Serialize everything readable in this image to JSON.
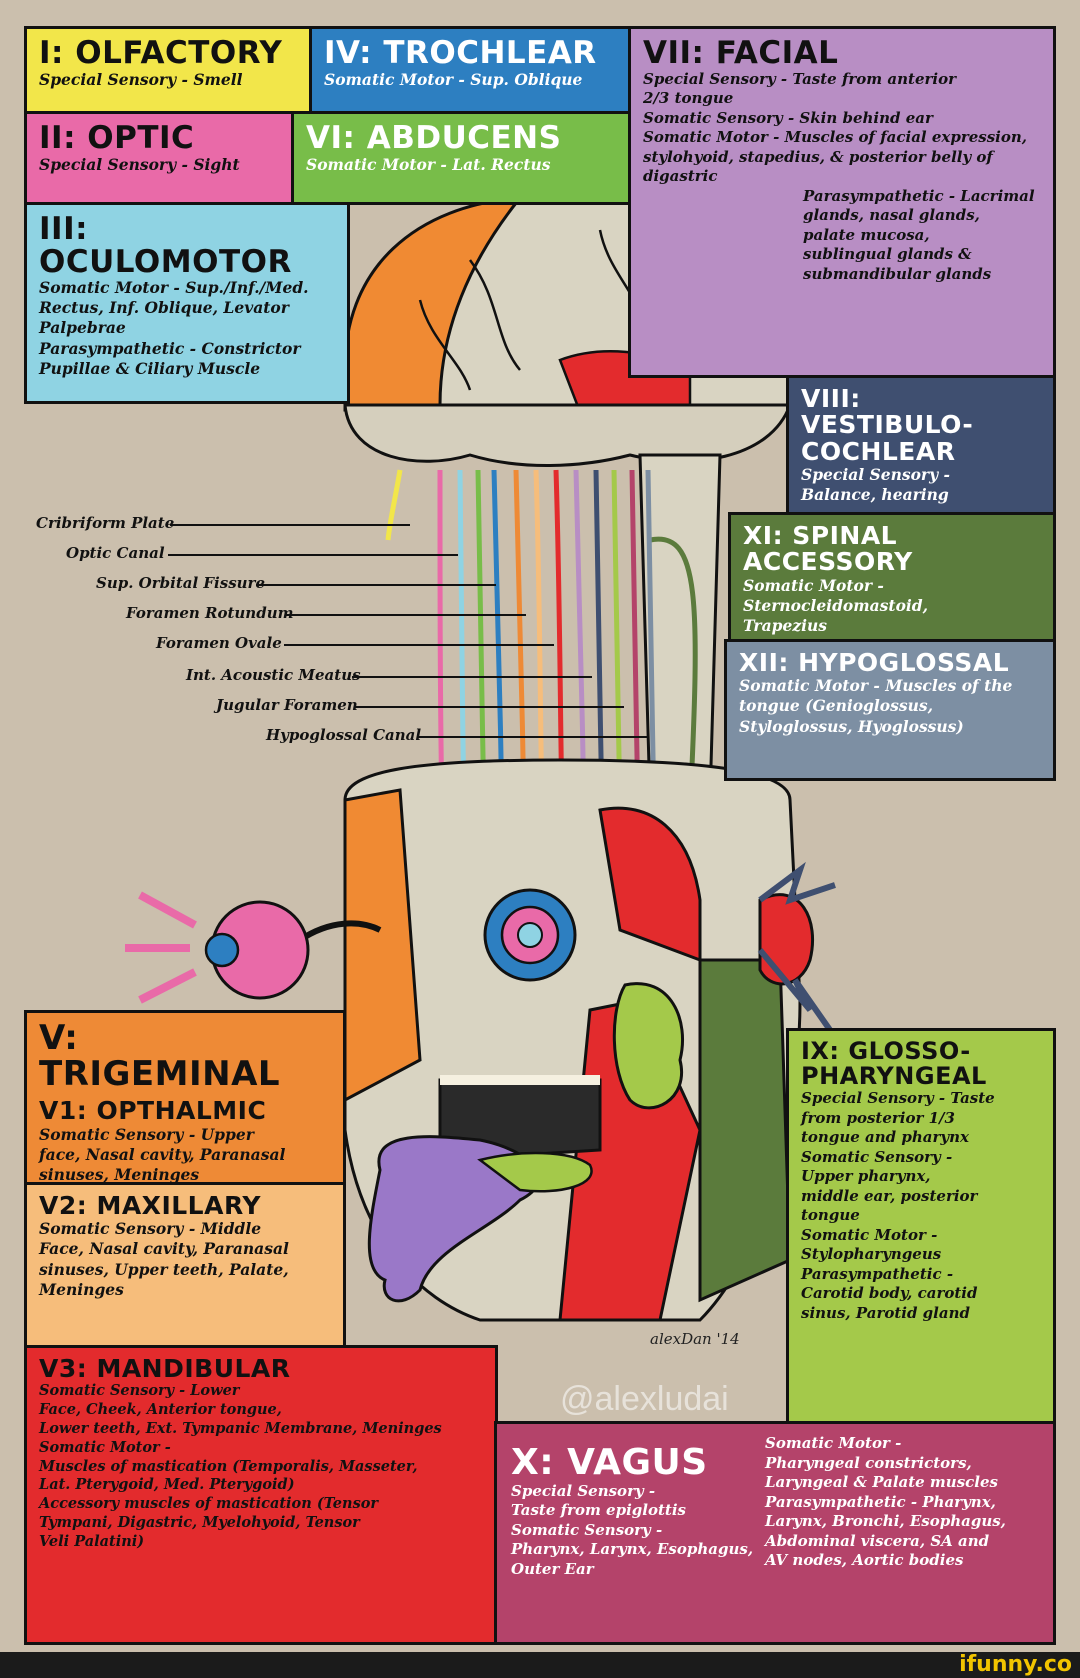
{
  "colors": {
    "background": "#cbbfad",
    "olfactory": "#f2e64a",
    "trochlear": "#2d7fc1",
    "facial": "#b88ec4",
    "optic": "#e96aa8",
    "abducens": "#78bd49",
    "oculomotor": "#8fd3e3",
    "vestibulocochlear": "#3f4f70",
    "spinal_accessory": "#5b7b3c",
    "hypoglossal": "#7d8fa3",
    "trigeminal": "#ee8a36",
    "maxillary": "#f6bd7b",
    "mandibular": "#e32b2d",
    "glossopharyngeal": "#a4c94a",
    "vagus": "#b4436a",
    "brand": "#f2c400"
  },
  "nerves": {
    "olfactory": {
      "title": "I: OLFACTORY",
      "lines": [
        "Special Sensory - Smell"
      ]
    },
    "trochlear": {
      "title": "IV: TROCHLEAR",
      "lines": [
        "Somatic Motor - Sup. Oblique"
      ]
    },
    "facial": {
      "title": "VII: FACIAL",
      "lines": [
        "Special Sensory - Taste from anterior\n    2/3 tongue",
        "Somatic Sensory - Skin behind ear",
        "Somatic Motor - Muscles of facial expression,\n    stylohyoid, stapedius, & posterior belly of\n    digastric",
        "Parasympathetic - Lacrimal\n    glands, nasal glands,\n    palate mucosa,\n    sublingual glands &\n    submandibular glands"
      ]
    },
    "optic": {
      "title": "II: OPTIC",
      "lines": [
        "Special Sensory - Sight"
      ]
    },
    "abducens": {
      "title": "VI: ABDUCENS",
      "lines": [
        "Somatic Motor - Lat. Rectus"
      ]
    },
    "oculomotor": {
      "title": "III: OCULOMOTOR",
      "lines": [
        "Somatic Motor - Sup./Inf./Med.\n    Rectus, Inf. Oblique, Levator\n    Palpebrae",
        "Parasympathetic - Constrictor\n    Pupillae & Ciliary Muscle"
      ]
    },
    "vestibulocochlear": {
      "title": "VIII: VESTIBULO-\nCOCHLEAR",
      "lines": [
        "Special Sensory -\n    Balance, hearing"
      ]
    },
    "spinal_accessory": {
      "title": "XI: SPINAL ACCESSORY",
      "lines": [
        "Somatic Motor -\n    Sternocleidomastoid,\n    Trapezius"
      ]
    },
    "hypoglossal": {
      "title": "XII: HYPOGLOSSAL",
      "lines": [
        "Somatic Motor - Muscles of the\n    tongue (Genioglossus,\n    Styloglossus, Hyoglossus)"
      ]
    },
    "trigeminal": {
      "title": "V: TRIGEMINAL"
    },
    "v1": {
      "title": "V1: OPTHALMIC",
      "lines": [
        "Somatic Sensory - Upper\n    face, Nasal cavity, Paranasal\n    sinuses, Meninges"
      ]
    },
    "v2": {
      "title": "V2: MAXILLARY",
      "lines": [
        "Somatic Sensory - Middle\n    Face, Nasal cavity, Paranasal\n    sinuses, Upper teeth, Palate,\n    Meninges"
      ]
    },
    "v3": {
      "title": "V3: MANDIBULAR",
      "lines": [
        "Somatic Sensory - Lower\n    Face, Cheek, Anterior tongue,\n    Lower teeth, Ext. Tympanic Membrane, Meninges",
        "Somatic Motor -\n    Muscles of mastication (Temporalis, Masseter,\n        Lat. Pterygoid, Med. Pterygoid)\n    Accessory muscles of mastication (Tensor\n        Tympani, Digastric, Myelohyoid, Tensor\n        Veli Palatini)"
      ]
    },
    "glossopharyngeal": {
      "title": "IX: GLOSSO-\nPHARYNGEAL",
      "lines": [
        "Special Sensory - Taste\n    from posterior 1/3\n    tongue and pharynx",
        "Somatic Sensory -\n    Upper pharynx,\n    middle ear, posterior\n    tongue",
        "Somatic Motor -\n    Stylopharyngeus",
        "Parasympathetic -\n    Carotid body, carotid\n    sinus, Parotid gland"
      ]
    },
    "vagus": {
      "title": "X: VAGUS",
      "left_lines": [
        "Special Sensory -\n    Taste from epiglottis",
        "Somatic Sensory -\n    Pharynx, Larynx, Esophagus,\n    Outer Ear"
      ],
      "right_lines": [
        "Somatic Motor -\n    Pharyngeal constrictors,\n    Laryngeal & Palate muscles",
        "Parasympathetic - Pharynx,\n    Larynx, Bronchi, Esophagus,\n    Abdominal viscera, SA and\n    AV nodes, Aortic bodies"
      ]
    }
  },
  "foramina": [
    "Cribriform Plate",
    "Optic Canal",
    "Sup. Orbital Fissure",
    "Foramen Rotundum",
    "Foramen Ovale",
    "Int. Acoustic Meatus",
    "Jugular Foramen",
    "Hypoglossal Canal"
  ],
  "watermark": "@alexludai",
  "signature": "alexDan '14",
  "brand": "ifunny.co"
}
